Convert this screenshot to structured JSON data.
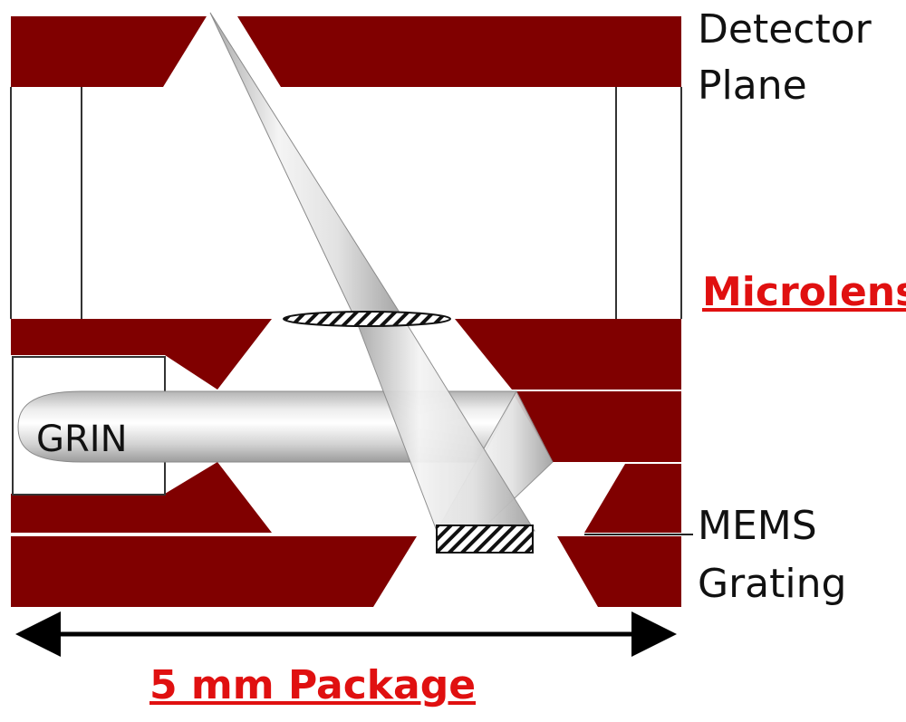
{
  "labels": {
    "detector": "Detector",
    "plane": "Plane",
    "microlens": "Microlens",
    "mems": "MEMS",
    "grating": "Grating",
    "grin": "GRIN",
    "package": "5 mm Package"
  },
  "colors": {
    "housing": "#800000",
    "highlight": "#e01010",
    "outline": "#222222"
  }
}
